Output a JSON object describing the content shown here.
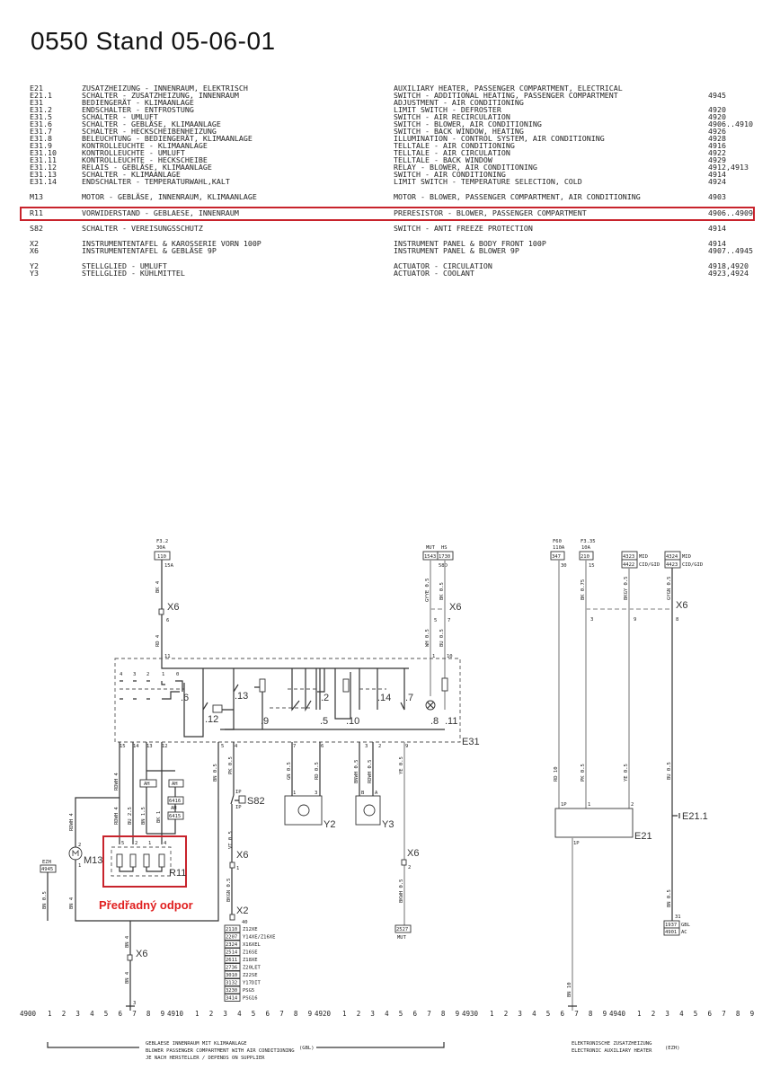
{
  "title": "0550 Stand 05-06-01",
  "legend": [
    {
      "code": "E21",
      "de": "ZUSATZHEIZUNG - INNENRAUM, ELEKTRISCH",
      "en": "AUXILIARY HEATER, PASSENGER COMPARTMENT, ELECTRICAL",
      "ref": ""
    },
    {
      "code": "E21.1",
      "de": "SCHALTER - ZUSATZHEIZUNG, INNENRAUM",
      "en": "SWITCH - ADDITIONAL HEATING, PASSENGER COMPARTMENT",
      "ref": "4945"
    },
    {
      "code": "E31",
      "de": "BEDIENGERÄT - KLIMAANLAGE",
      "en": "ADJUSTMENT - AIR CONDITIONING",
      "ref": ""
    },
    {
      "code": "E31.2",
      "de": "ENDSCHALTER - ENTFROSTUNG",
      "en": "LIMIT SWITCH - DEFROSTER",
      "ref": "4920"
    },
    {
      "code": "E31.5",
      "de": "SCHALTER - UMLUFT",
      "en": "SWITCH - AIR RECIRCULATION",
      "ref": "4920"
    },
    {
      "code": "E31.6",
      "de": "SCHALTER - GEBLÄSE, KLIMAANLAGE",
      "en": "SWITCH - BLOWER, AIR CONDITIONING",
      "ref": "4906..4910"
    },
    {
      "code": "E31.7",
      "de": "SCHALTER - HECKSCHEIBENHEIZUNG",
      "en": "SWITCH - BACK WINDOW, HEATING",
      "ref": "4926"
    },
    {
      "code": "E31.8",
      "de": "BELEUCHTUNG - BEDIENGERÄT, KLIMAANLAGE",
      "en": "ILLUMINATION - CONTROL SYSTEM, AIR CONDITIONING",
      "ref": "4928"
    },
    {
      "code": "E31.9",
      "de": "KONTROLLEUCHTE - KLIMAANLAGE",
      "en": "TELLTALE - AIR CONDITIONING",
      "ref": "4916"
    },
    {
      "code": "E31.10",
      "de": "KONTROLLEUCHTE - UMLUFT",
      "en": "TELLTALE - AIR CIRCULATION",
      "ref": "4922"
    },
    {
      "code": "E31.11",
      "de": "KONTROLLEUCHTE - HECKSCHEIBE",
      "en": "TELLTALE - BACK WINDOW",
      "ref": "4929"
    },
    {
      "code": "E31.12",
      "de": "RELAIS - GEBLÄSE, KLIMAANLAGE",
      "en": "RELAY - BLOWER, AIR CONDITIONING",
      "ref": "4912,4913"
    },
    {
      "code": "E31.13",
      "de": "SCHALTER - KLIMAANLAGE",
      "en": "SWITCH - AIR CONDITIONING",
      "ref": "4914"
    },
    {
      "code": "E31.14",
      "de": "ENDSCHALTER - TEMPERATURWAHL,KALT",
      "en": "LIMIT SWITCH - TEMPERATURE SELECTION, COLD",
      "ref": "4924"
    },
    {
      "code": "M13",
      "de": "MOTOR - GEBLÄSE, INNENRAUM, KLIMAANLAGE",
      "en": "MOTOR - BLOWER, PASSENGER COMPARTMENT, AIR CONDITIONING",
      "ref": "4903"
    },
    {
      "code": "R11",
      "de": "VORWIDERSTAND - GEBLAESE, INNENRAUM",
      "en": "PRERESISTOR - BLOWER, PASSENGER COMPARTMENT",
      "ref": "4906..4909",
      "highlighted": true
    },
    {
      "code": "S82",
      "de": "SCHALTER - VEREISUNGSSCHUTZ",
      "en": "SWITCH - ANTI FREEZE PROTECTION",
      "ref": "4914"
    },
    {
      "code": "X2",
      "de": "INSTRUMENTENTAFEL & KAROSSERIE VORN 100P",
      "en": "INSTRUMENT PANEL & BODY FRONT 100P",
      "ref": "4914"
    },
    {
      "code": "X6",
      "de": "INSTRUMENTENTAFEL & GEBLÄSE 9P",
      "en": "INSTRUMENT PANEL & BLOWER 9P",
      "ref": "4907..4945"
    },
    {
      "code": "Y2",
      "de": "STELLGLIED - UMLUFT",
      "en": "ACTUATOR - CIRCULATION",
      "ref": "4918,4920"
    },
    {
      "code": "Y3",
      "de": "STELLGLIED - KÜHLMITTEL",
      "en": "ACTUATOR - COOLANT",
      "ref": "4923,4924"
    }
  ],
  "highlight_color": "#c8232c",
  "annotation": {
    "text": "Předřadný odpor",
    "color": "#e02020"
  },
  "diagram": {
    "f32": "F3.2",
    "f32a": "30A",
    "f32box": "110",
    "f32out": "15A",
    "bk4": "BK 4",
    "x6": "X6",
    "p6": "6",
    "rd4": "RD 4",
    "p11": "11",
    "mut": "MUT",
    "hs": "HS",
    "b1543": "1543",
    "b1730": "1730",
    "s58d": "58D",
    "gyye": "GYYE 0.5",
    "bk05": "BK 0.5",
    "p5": "5",
    "p7": "7",
    "wh05": "WH 0.5",
    "bu05": "BU 0.5",
    "p1": "1",
    "p10": "10",
    "e31": "E31",
    "sw4": "4",
    "sw3": "3",
    "sw2": "2",
    "sw1": "1",
    "sw0": "0",
    "c6": ".6",
    "c12": ".12",
    "c13": ".13",
    "c9": ".9",
    "c2": ".2",
    "c5": ".5",
    "c10": ".10",
    "c14": ".14",
    "c7": ".7",
    "c8": ".8",
    "c11": ".11",
    "b15": "15",
    "b14": "14",
    "b13": "13",
    "b12": "12",
    "b5": "5",
    "b4": "4",
    "b7": "7",
    "b6": "6",
    "b3": "3",
    "b2": "2",
    "b9": "9",
    "rdwh4": "RDWH 4",
    "bu25": "BU 2.5",
    "bn15": "BN 1.5",
    "bk1": "BK 1",
    "ah": "AH",
    "ah2": "AH",
    "b6416": "6416",
    "b6415": "6415",
    "r11": "R11",
    "r5": "5",
    "r2": "2",
    "r1": "1",
    "r4": "4",
    "m13": "M13",
    "m2": "2",
    "m1": "1",
    "ezh": "EZH",
    "b4945": "4945",
    "bn05a": "BN 0.5",
    "bn4": "BN 4",
    "bn05b": "BN 0.5",
    "pk05": "PK 0.5",
    "ip1": "IP",
    "ip2": "IP",
    "s82": "S82",
    "vt05": "VT 0.5",
    "x6b": "X6",
    "pin1": "1",
    "bkgn05": "BKGN 0.5",
    "x2": "X2",
    "p40": "40",
    "gn05": "GN 0.5",
    "rd05": "RD 0.5",
    "y2p1": "1",
    "y2p3": "3",
    "y2": "Y2",
    "bnwh05": "BNWH 0.5",
    "rdwh05": "RDWH 0.5",
    "y3pb": "B",
    "y3pa": "A",
    "y3": "Y3",
    "ye05": "YE 0.5",
    "x6c": "X6",
    "pin2": "2",
    "bkwh05": "BKWH 0.5",
    "b2527": "2527",
    "mut2": "MUT",
    "x6d": "X6",
    "bn4b": "BN 4",
    "bn4c": "BN 4",
    "pin3": "3",
    "f60": "F60",
    "f60a": "110A",
    "b347": "347",
    "p30": "30",
    "f335": "F3.35",
    "f335a": "10A",
    "b210": "210",
    "p15": "15",
    "b4323": "4323",
    "mid1": "MID",
    "b4422": "4422",
    "cid1": "CID/GID",
    "b4324": "4324",
    "mid2": "MID",
    "b4423": "4423",
    "cid2": "CID/GID",
    "bk075": "BK 0.75",
    "bkgy05": "BKGY 0.5",
    "gygn05": "GYGN 0.5",
    "x6e": "X6",
    "q3": "3",
    "q9": "9",
    "q8": "8",
    "rd10": "RD 10",
    "pk05b": "PK 0.5",
    "ye05b": "YE 0.5",
    "e1p": "1P",
    "e1": "1",
    "e2": "2",
    "e21": "E21",
    "e1pb": "1P",
    "bn10": "BN 10",
    "bu05b": "BU 0.5",
    "e211": "E21.1",
    "bn05c": "BN 0.5",
    "p31": "31",
    "b1937": "1937",
    "gbl": "GBL",
    "b4901": "4901",
    "ac": "AC"
  },
  "x2_list": [
    {
      "box": "2110",
      "label": "Z12XE"
    },
    {
      "box": "2207",
      "label": "Y14XE/Z16XE"
    },
    {
      "box": "2324",
      "label": "X16XEL"
    },
    {
      "box": "2514",
      "label": "Z16SE"
    },
    {
      "box": "2611",
      "label": "Z18XE"
    },
    {
      "box": "2736",
      "label": "Z20LET"
    },
    {
      "box": "3010",
      "label": "Z22SE"
    },
    {
      "box": "3132",
      "label": "Y17DIT"
    },
    {
      "box": "3230",
      "label": "PSG5"
    },
    {
      "box": "3414",
      "label": "PSG16"
    }
  ],
  "ruler": {
    "decades": [
      "4900",
      "4910",
      "4920",
      "4930",
      "4940"
    ],
    "digits": [
      "1",
      "2",
      "3",
      "4",
      "5",
      "6",
      "7",
      "8",
      "9"
    ],
    "marks": [
      "3",
      "1"
    ]
  },
  "footer": {
    "gbl_de": "GEBLAESE INNENRAUM MIT KLIMAANLAGE",
    "gbl_en": "BLOWER PASSENGER COMPARTMENT WITH AIR CONDITIONING",
    "gbl_tag": "(GBL)",
    "gbl_note": "JE NACH HERSTELLER / DEPENDS ON SUPPLIER",
    "ezh_de": "ELEKTRONISCHE ZUSATZHEIZUNG",
    "ezh_en": "ELECTRONIC AUXILIARY HEATER",
    "ezh_tag": "(EZH)"
  }
}
